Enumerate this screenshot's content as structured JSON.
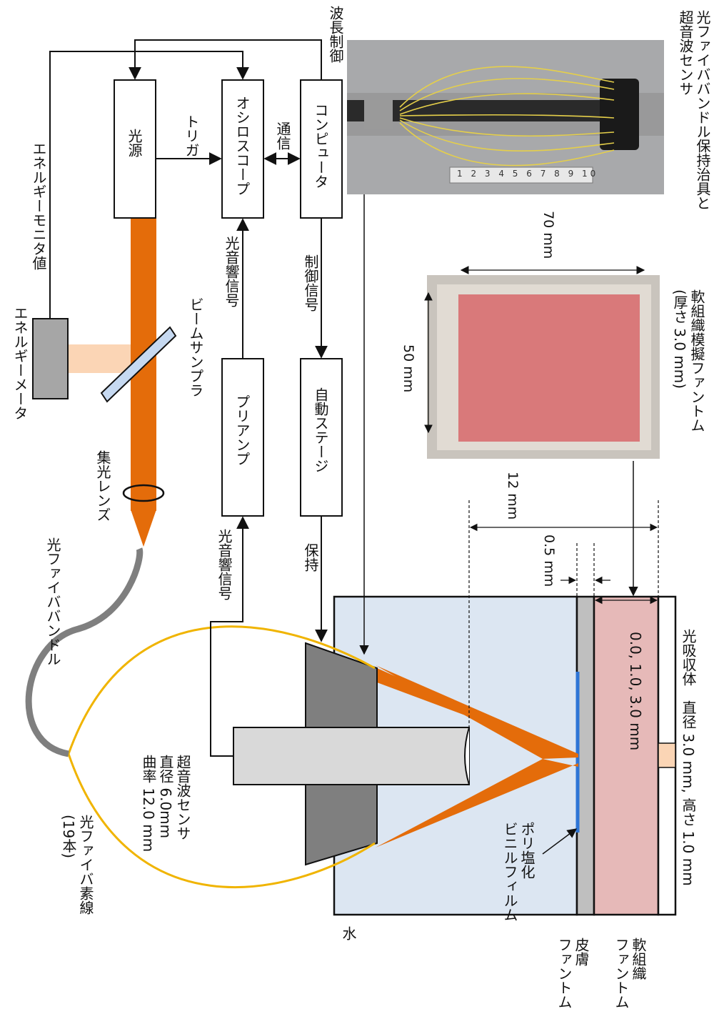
{
  "boxes": {
    "light_source": "光源",
    "oscilloscope": "オシロスコープ",
    "computer": "コンピュータ",
    "preamp": "プリアンプ",
    "stage": "自動ステージ",
    "energy_meter": "エネルギーメータ"
  },
  "labels": {
    "trigger": "トリガ",
    "comm": "通信",
    "wavelength_control": "波長制御",
    "energy_monitor": "エネルギーモニタ値",
    "beam_sampler": "ビームサンプラ",
    "pa_signal_top": "光音響信号",
    "control_signal": "制御信号",
    "condenser_lens": "集光レンズ",
    "fiber_bundle": "光ファイババンドル",
    "pa_signal_bottom": "光音響信号",
    "hold": "保持",
    "fiber_strands_1": "光ファイバ素線",
    "fiber_strands_2": "(19本)",
    "sensor_1": "超音波センサ",
    "sensor_2": "直径 6.0mm",
    "sensor_3": "曲率 12.0 mm",
    "water": "水",
    "pvc_1": "ポリ塩化",
    "pvc_2": "ビニルフィルム",
    "skin_1": "皮膚",
    "skin_2": "ファントム",
    "soft_1": "軟組織",
    "soft_2": "ファントム",
    "absorber_depths": "0.0, 1.0, 3.0 mm",
    "absorber": "光吸収体　直径 3.0 mm, 高さ 1.0 mm",
    "dim_12": "12 mm",
    "dim_05": "0.5 mm",
    "dim_70": "70 mm",
    "dim_50": "50 mm",
    "phantom_caption_1": "軟組織模擬ファントム",
    "phantom_caption_2": "(厚さ 3.0 mm)",
    "holder_caption_1": "光ファイババンドル保持治具と",
    "holder_caption_2": "超音波センサ"
  },
  "photo": {
    "ruler_text": "1 2 3 4 5 6 7 8 9 10"
  },
  "colors": {
    "laser": "#e46c0a",
    "laser_light": "#fbd5b5",
    "water": "#dce6f2",
    "soft_tissue": "#e6b9b8",
    "skin": "#bfbfbf",
    "sensor_body": "#d9d9d9",
    "housing": "#7f7f7f",
    "fiber_yellow": "#f0b400",
    "pvc_blue": "#2e75d6"
  }
}
